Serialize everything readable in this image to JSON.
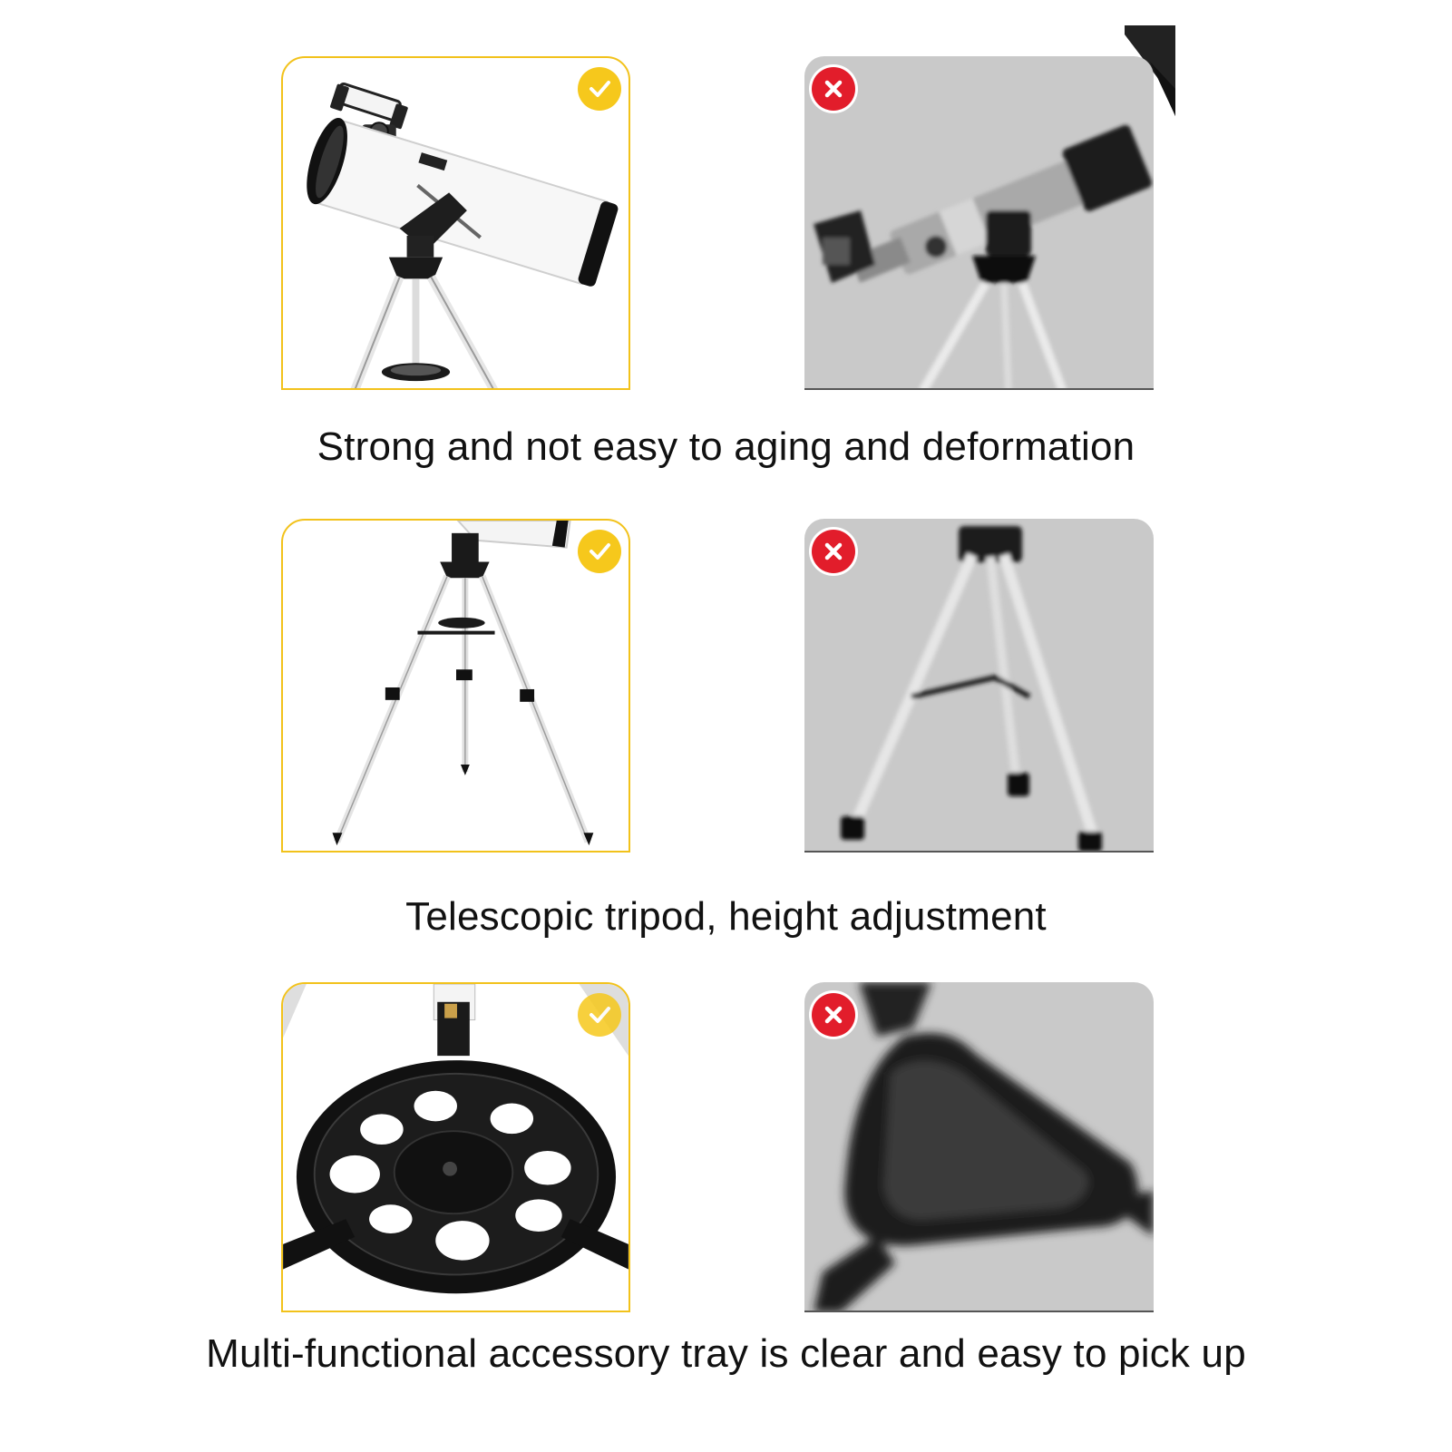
{
  "rows": [
    {
      "caption": "Strong and not easy to aging and deformation",
      "good_badge": "check-icon",
      "bad_badge": "cross-icon"
    },
    {
      "caption": "Telescopic tripod, height adjustment",
      "good_badge": "check-icon",
      "bad_badge": "cross-icon"
    },
    {
      "caption": "Multi-functional accessory tray is clear and easy to pick up",
      "good_badge": "check-icon",
      "bad_badge": "cross-icon"
    }
  ],
  "colors": {
    "good_border": "#f2c21b",
    "check_badge": "#f6c81c",
    "cross_badge": "#e21d2b",
    "bad_bg": "#c9c9c9"
  }
}
